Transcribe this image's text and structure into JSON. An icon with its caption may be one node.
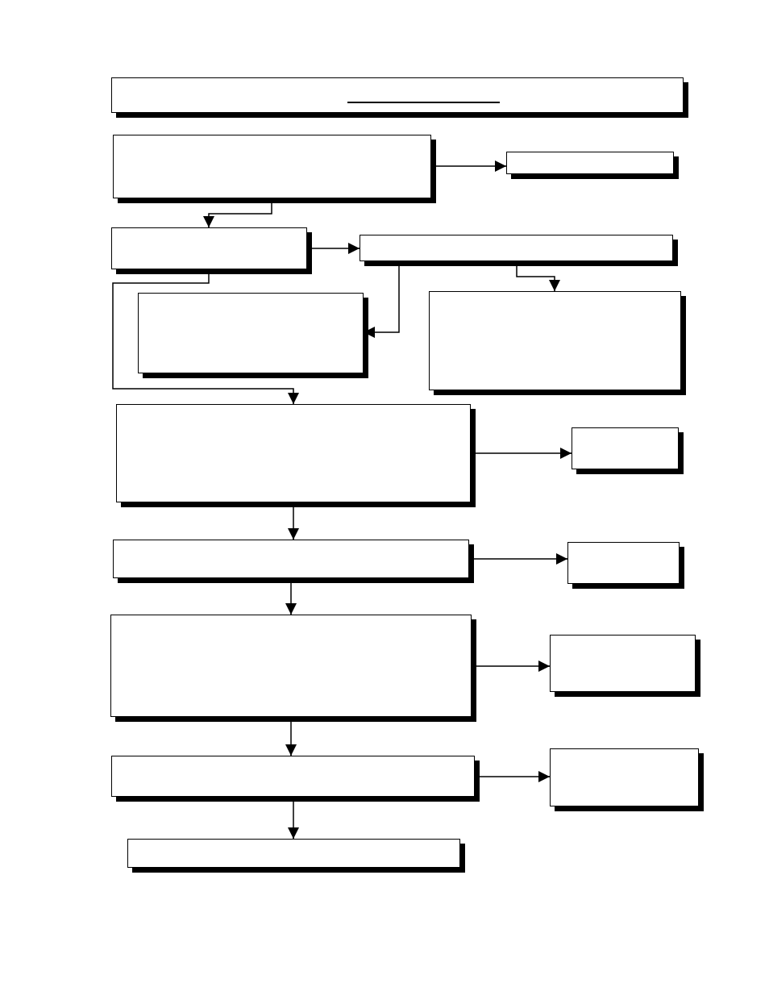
{
  "diagram": {
    "nodes": [
      {
        "text": [],
        "shape": "box"
      },
      {
        "text": [],
        "shape": "box"
      },
      {
        "text": [],
        "shape": "box"
      },
      {
        "text": [],
        "shape": "box"
      },
      {
        "text": [],
        "shape": "box"
      },
      {
        "text": [],
        "shape": "box"
      },
      {
        "text": [],
        "shape": "box"
      },
      {
        "text": [],
        "shape": "box"
      },
      {
        "text": [],
        "shape": "box"
      },
      {
        "text": [],
        "shape": "box"
      },
      {
        "text": [],
        "shape": "box"
      },
      {
        "text": [],
        "shape": "box"
      },
      {
        "text": [],
        "shape": "box"
      },
      {
        "text": [],
        "shape": "box"
      },
      {
        "text": [],
        "shape": "box"
      },
      {
        "text": [],
        "shape": "box"
      }
    ],
    "edges": [
      {
        "from": 1,
        "to": 2,
        "arrow": "to"
      },
      {
        "from": 1,
        "to": 3,
        "arrow": "to"
      },
      {
        "from": 3,
        "to": 4,
        "arrow": "to"
      },
      {
        "from": 4,
        "to": 5,
        "arrow": "to"
      },
      {
        "from": 4,
        "to": 6,
        "arrow": "to"
      },
      {
        "from": 3,
        "to": 7,
        "arrow": "to"
      },
      {
        "from": 7,
        "to": 8,
        "arrow": "to"
      },
      {
        "from": 7,
        "to": 9,
        "arrow": "to"
      },
      {
        "from": 9,
        "to": 10,
        "arrow": "to"
      },
      {
        "from": 9,
        "to": 11,
        "arrow": "to"
      },
      {
        "from": 11,
        "to": 12,
        "arrow": "to"
      },
      {
        "from": 11,
        "to": 13,
        "arrow": "to"
      },
      {
        "from": 13,
        "to": 14,
        "arrow": "to"
      },
      {
        "from": 13,
        "to": 15,
        "arrow": "to"
      }
    ]
  }
}
